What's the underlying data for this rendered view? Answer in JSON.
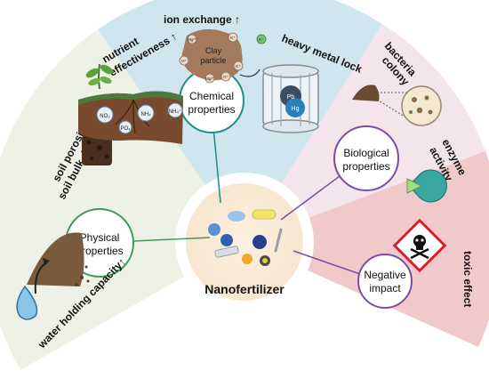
{
  "center": {
    "label": "Nanofertilizer"
  },
  "physical": {
    "circle_label_1": "Physical",
    "circle_label_2": "properties",
    "labels": [
      "soil porosity↑",
      "soil bulk density↑",
      "water holding capacity↑"
    ]
  },
  "chemical": {
    "circle_label_1": "Chemical",
    "circle_label_2": "properties",
    "labels": [
      "ion exchange ↑",
      "nutrient",
      "effectiveness ↑",
      "heavy metal lock"
    ],
    "clay_1": "Clay",
    "clay_2": "particle",
    "soil_ions": [
      "NO₃",
      "NH₄",
      "NH₄⁺",
      "PO₄"
    ],
    "clay_ions": [
      "Mg²⁺",
      "K⁺",
      "H⁺",
      "Mg²⁺",
      "K⁺",
      "H⁺"
    ],
    "exchanged_ion": "K⁺",
    "metal_ions": [
      "Pb",
      "Hg"
    ]
  },
  "biological": {
    "circle_label_1": "Biological",
    "circle_label_2": "properties",
    "labels": [
      "bacteria",
      "colony",
      "enzyme",
      "activity"
    ]
  },
  "negative": {
    "circle_label_1": "Negative",
    "circle_label_2": "impact",
    "labels": [
      "toxic effect"
    ]
  },
  "colors": {
    "physical_bg": "#eef2e6",
    "chemical_bg": "#cfe6ee",
    "biological_bg": "#f4e4ec",
    "negative_bg": "#f0c9cb",
    "physical_line": "#3f9a5a",
    "chemical_line": "#1f8c8c",
    "biological_line": "#7a4fa0",
    "negative_line": "#7a4fa0"
  }
}
